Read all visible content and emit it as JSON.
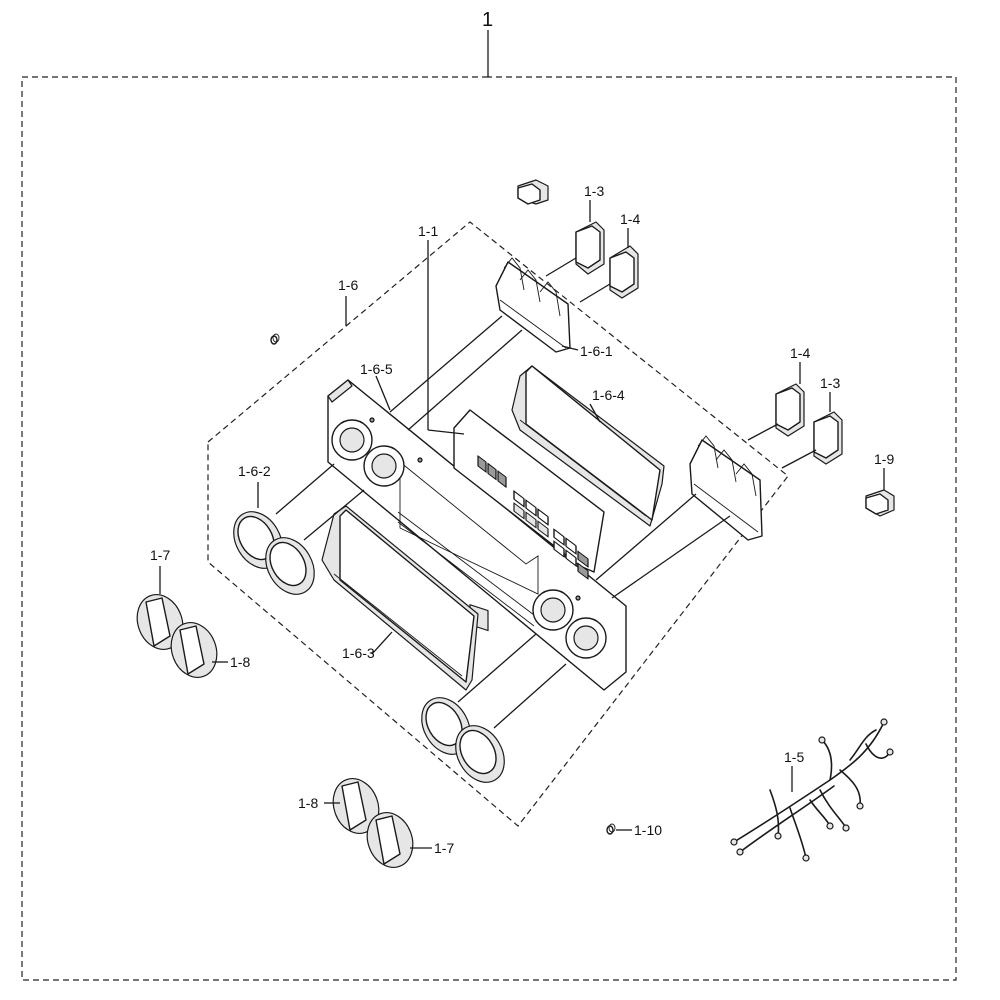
{
  "labels": {
    "assembly": "1",
    "control_panel": "1-1",
    "knob_a_left": "1-7",
    "knob_b_left": "1-8",
    "knob_b_bottom": "1-8",
    "knob_a_bottom": "1-7",
    "clip_3_top": "1-3",
    "clip_4_top": "1-4",
    "clip_4_right": "1-4",
    "clip_3_right": "1-3",
    "harness": "1-5",
    "panel_frame": "1-6",
    "bracket": "1-6-1",
    "knob_ring": "1-6-2",
    "lens_lower": "1-6-3",
    "lens_upper": "1-6-4",
    "trim": "1-6-5",
    "cap": "1-9",
    "screw": "1-10"
  }
}
